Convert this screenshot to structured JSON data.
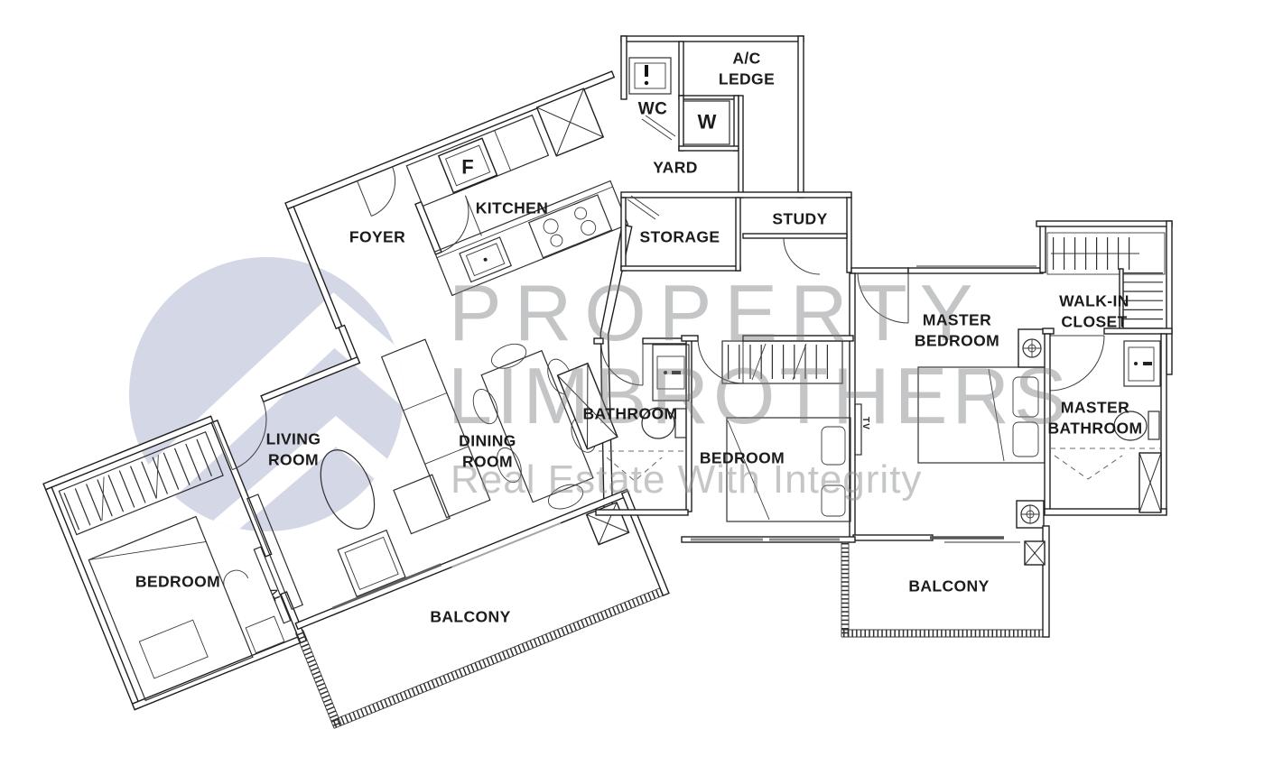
{
  "watermark": {
    "line1": "PROPERTY",
    "line2": "LIMBROTHERS",
    "tagline": "Real Estate With Integrity"
  },
  "labels": {
    "ac_ledge": "A/C\nLEDGE",
    "wc": "WC",
    "yard": "YARD",
    "kitchen": "KITCHEN",
    "foyer": "FOYER",
    "storage": "STORAGE",
    "study": "STUDY",
    "master_bedroom": "MASTER\nBEDROOM",
    "walk_in_closet": "WALK-IN\nCLOSET",
    "master_bathroom": "MASTER\nBATHROOM",
    "bathroom": "BATHROOM",
    "bedroom_mid": "BEDROOM",
    "bedroom_left": "BEDROOM",
    "living_room": "LIVING\nROOM",
    "dining_room": "DINING\nROOM",
    "balcony_main": "BALCONY",
    "balcony_master": "BALCONY"
  },
  "appliances": {
    "washer": "W",
    "fridge": "F",
    "tv": "TV"
  },
  "colors": {
    "wall_line": "#1f1f1f",
    "watermark_text": "#8c8c8c",
    "logo_circle": "#d4d7e6"
  }
}
